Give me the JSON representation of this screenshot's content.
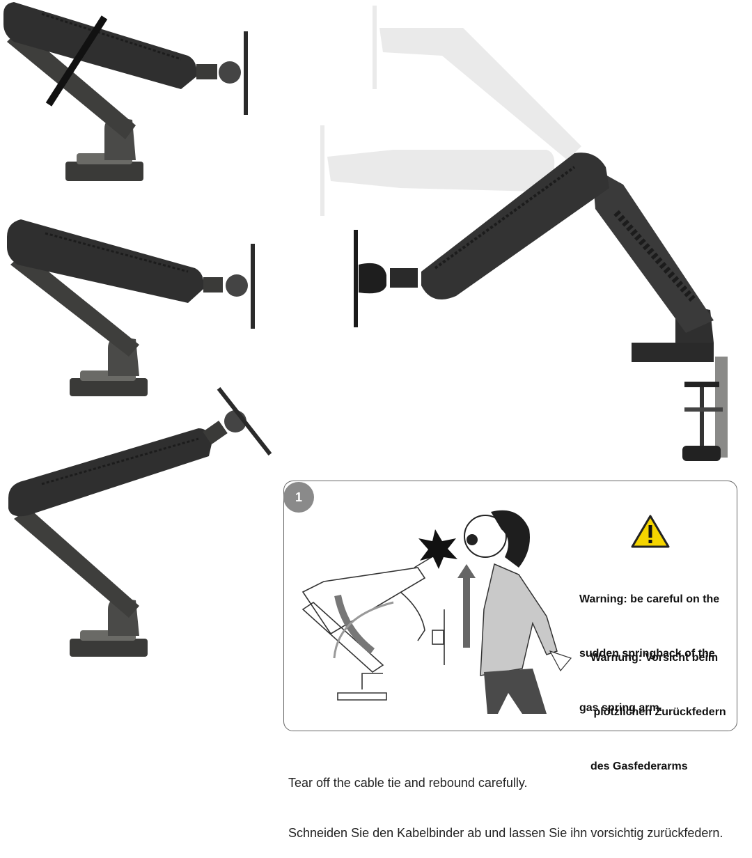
{
  "images": {
    "arm_variant_top": "monitor-arm-with-cable-tie",
    "arm_variant_middle": "monitor-arm-level",
    "arm_variant_bottom": "monitor-arm-tilted",
    "arm_motion": "monitor-arm-range-of-motion",
    "warning_scene": "person-hit-by-springback-illustration"
  },
  "step": {
    "number": "1"
  },
  "warning": {
    "icon": "warning-triangle-icon",
    "en_lines": [
      "Warning: be careful on the",
      "sudden springback of the",
      "gas spring arm."
    ],
    "de_lines": [
      "Warnung: Vorsicht beim",
      " plötzlichen Zurückfedern",
      "des Gasfederarms"
    ]
  },
  "caption": {
    "en": "Tear off the cable tie and rebound carefully.",
    "de": "Schneiden Sie den Kabelbinder ab und lassen Sie ihn vorsichtig zurückfedern."
  },
  "colors": {
    "arm_dark": "#2f2f2f",
    "arm_mid": "#4a4a48",
    "ghost": "#d9d9d9",
    "warning_yellow": "#f5d500"
  }
}
